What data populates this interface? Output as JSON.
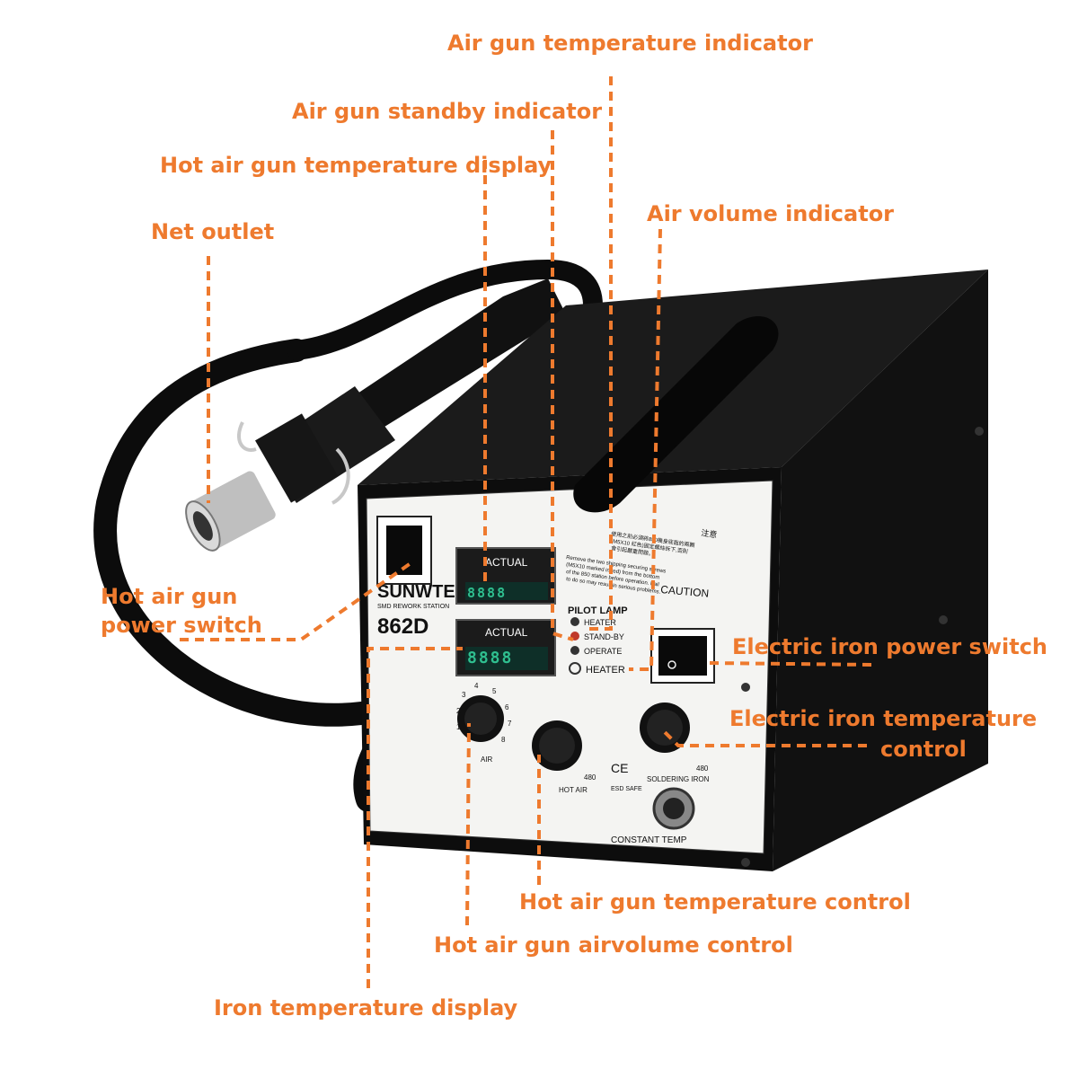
{
  "brand": {
    "name": "SUNWTE",
    "subtitle": "SMD REWORK STATION",
    "model": "862D"
  },
  "panel": {
    "display_top_label": "ACTUAL",
    "display_bottom_label": "ACTUAL",
    "pilot_lamp_title": "PILOT LAMP",
    "pilot_lamp_items": [
      "HEATER",
      "STAND-BY",
      "OPERATE"
    ],
    "heater_label": "HEATER",
    "caution_title": "CAUTION",
    "caution_text": [
      "Remove the two shipping securing screws",
      "(M5X10 marked in red) from the bottom",
      "of the 850 station before operation. Fail",
      "to do so may result in serious problems."
    ],
    "chinese_title": "注意",
    "chinese_text": [
      "使用之前必須將850機身底面的兩顆",
      "(M5X10 紅色)固定螺絲拆下,否則",
      "會引起嚴重問題。"
    ],
    "air_knob_label": "AIR",
    "hot_air_knob_label": "HOT AIR",
    "hot_air_max": "480",
    "iron_knob_label": "SOLDERING IRON",
    "iron_max": "480",
    "ce_mark": "CE",
    "esd_mark": "ESD SAFE",
    "constant_temp": "CONSTANT TEMP",
    "dial_numbers": [
      "1",
      "2",
      "3",
      "4",
      "5",
      "6",
      "7",
      "8"
    ]
  },
  "callouts": {
    "air_gun_temperature_indicator": "Air gun temperature indicator",
    "air_gun_standby_indicator": "Air gun standby indicator",
    "hot_air_gun_temperature_display": "Hot air gun temperature display",
    "air_volume_indicator": "Air volume indicator",
    "net_outlet": "Net outlet",
    "hot_air_gun_power_switch_line1": "Hot air gun",
    "hot_air_gun_power_switch_line2": "power switch",
    "electric_iron_power_switch": "Electric iron power switch",
    "electric_iron_temperature_control_line1": "Electric iron temperature",
    "electric_iron_temperature_control_line2": "control",
    "hot_air_gun_temperature_control": "Hot air gun temperature control",
    "hot_air_gun_airvolume_control": "Hot air gun airvolume control",
    "iron_temperature_display": "Iron temperature display"
  },
  "colors": {
    "callout_orange": "#ee7a2e",
    "body_black": "#141414",
    "led_green": "#2fbf8f"
  }
}
